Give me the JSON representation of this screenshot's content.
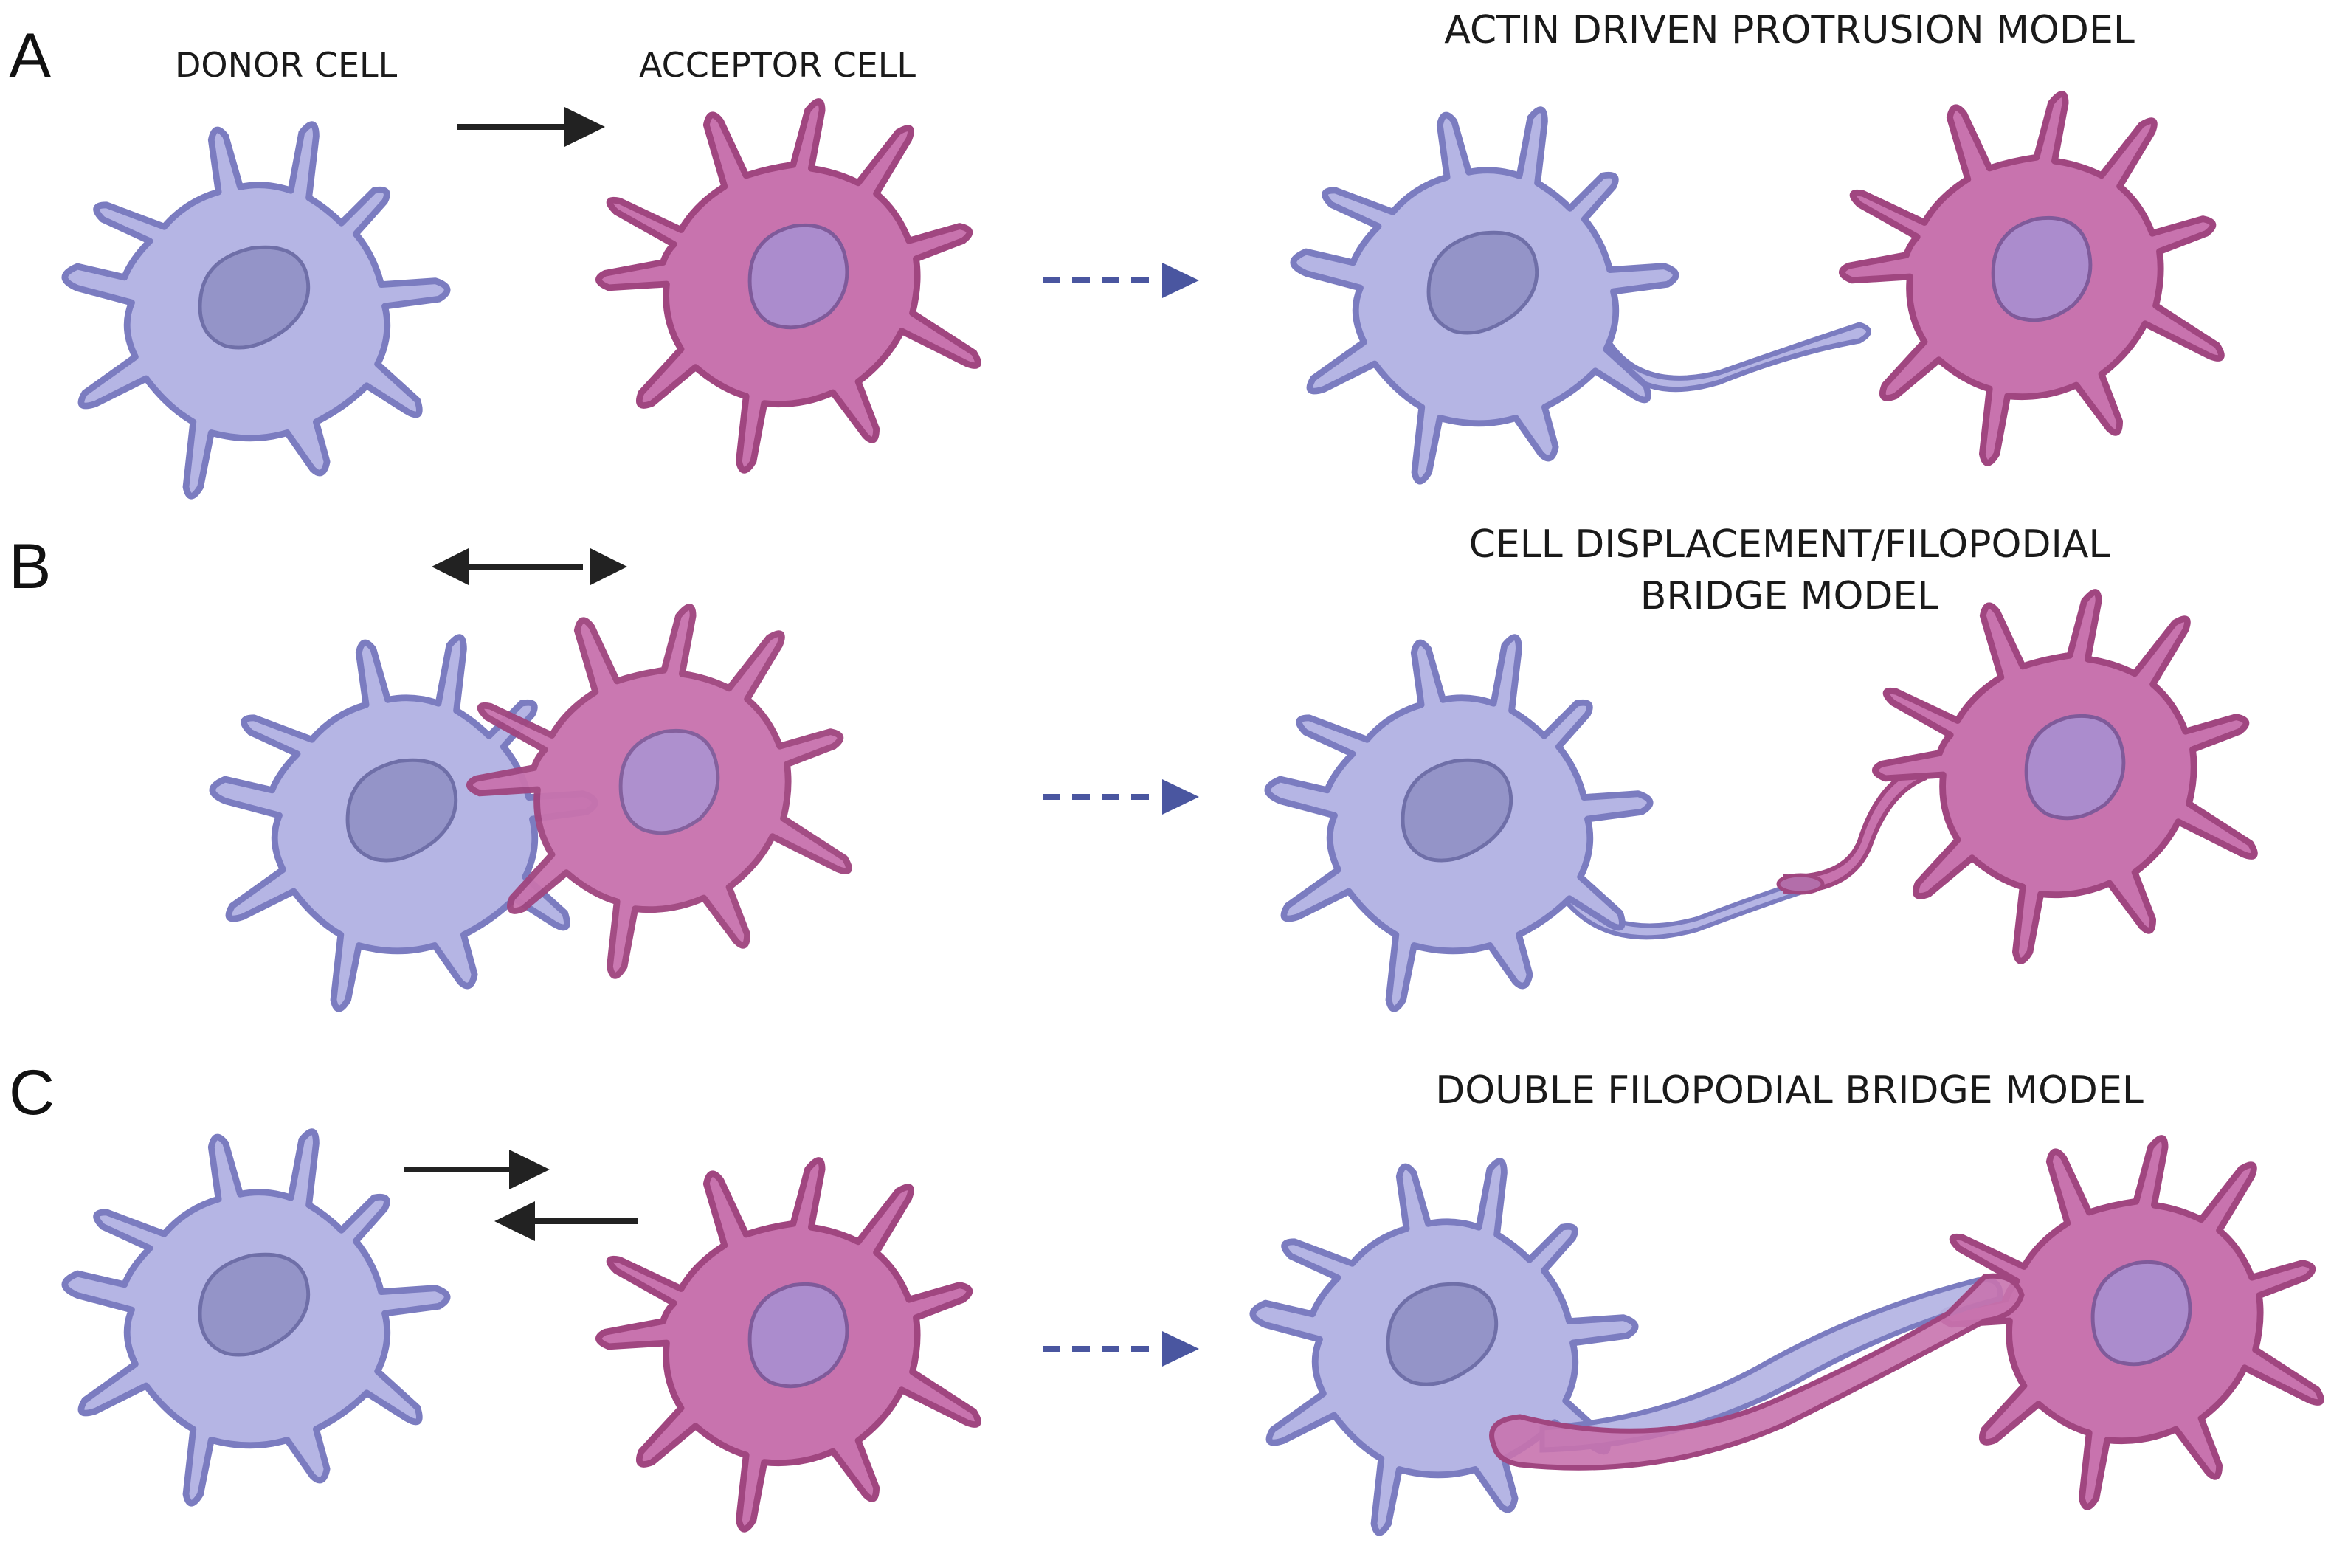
{
  "panels": [
    {
      "letter": "A",
      "title": "ACTIN DRIVEN PROTRUSION MODEL"
    },
    {
      "letter": "B",
      "title_line1": "CELL DISPLACEMENT/FILOPODIAL",
      "title_line2": "BRIDGE MODEL"
    },
    {
      "letter": "C",
      "title": "DOUBLE FILOPODIAL BRIDGE MODEL"
    }
  ],
  "labels": {
    "donor": "DONOR CELL",
    "acceptor": "ACCEPTOR CELL"
  },
  "colors": {
    "donor_body": "#b5b5e4",
    "donor_outline": "#7b7cc0",
    "donor_nucleus": "#9494c8",
    "acceptor_body": "#c873ae",
    "acceptor_outline": "#a04680",
    "acceptor_nucleus": "#ab8ccd",
    "arrow_solid": "#222222",
    "arrow_dashed": "#4a56a0"
  }
}
